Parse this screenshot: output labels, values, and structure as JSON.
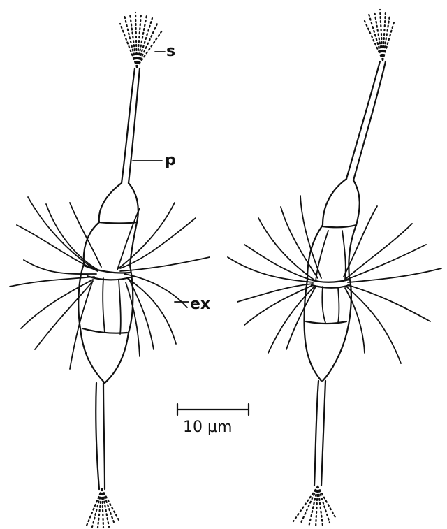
{
  "labels": {
    "s": "s",
    "p": "p",
    "ex": "ex"
  },
  "scale_bar": {
    "label": "10 µm"
  },
  "colors": {
    "ink": "#111111",
    "background": "#ffffff"
  }
}
